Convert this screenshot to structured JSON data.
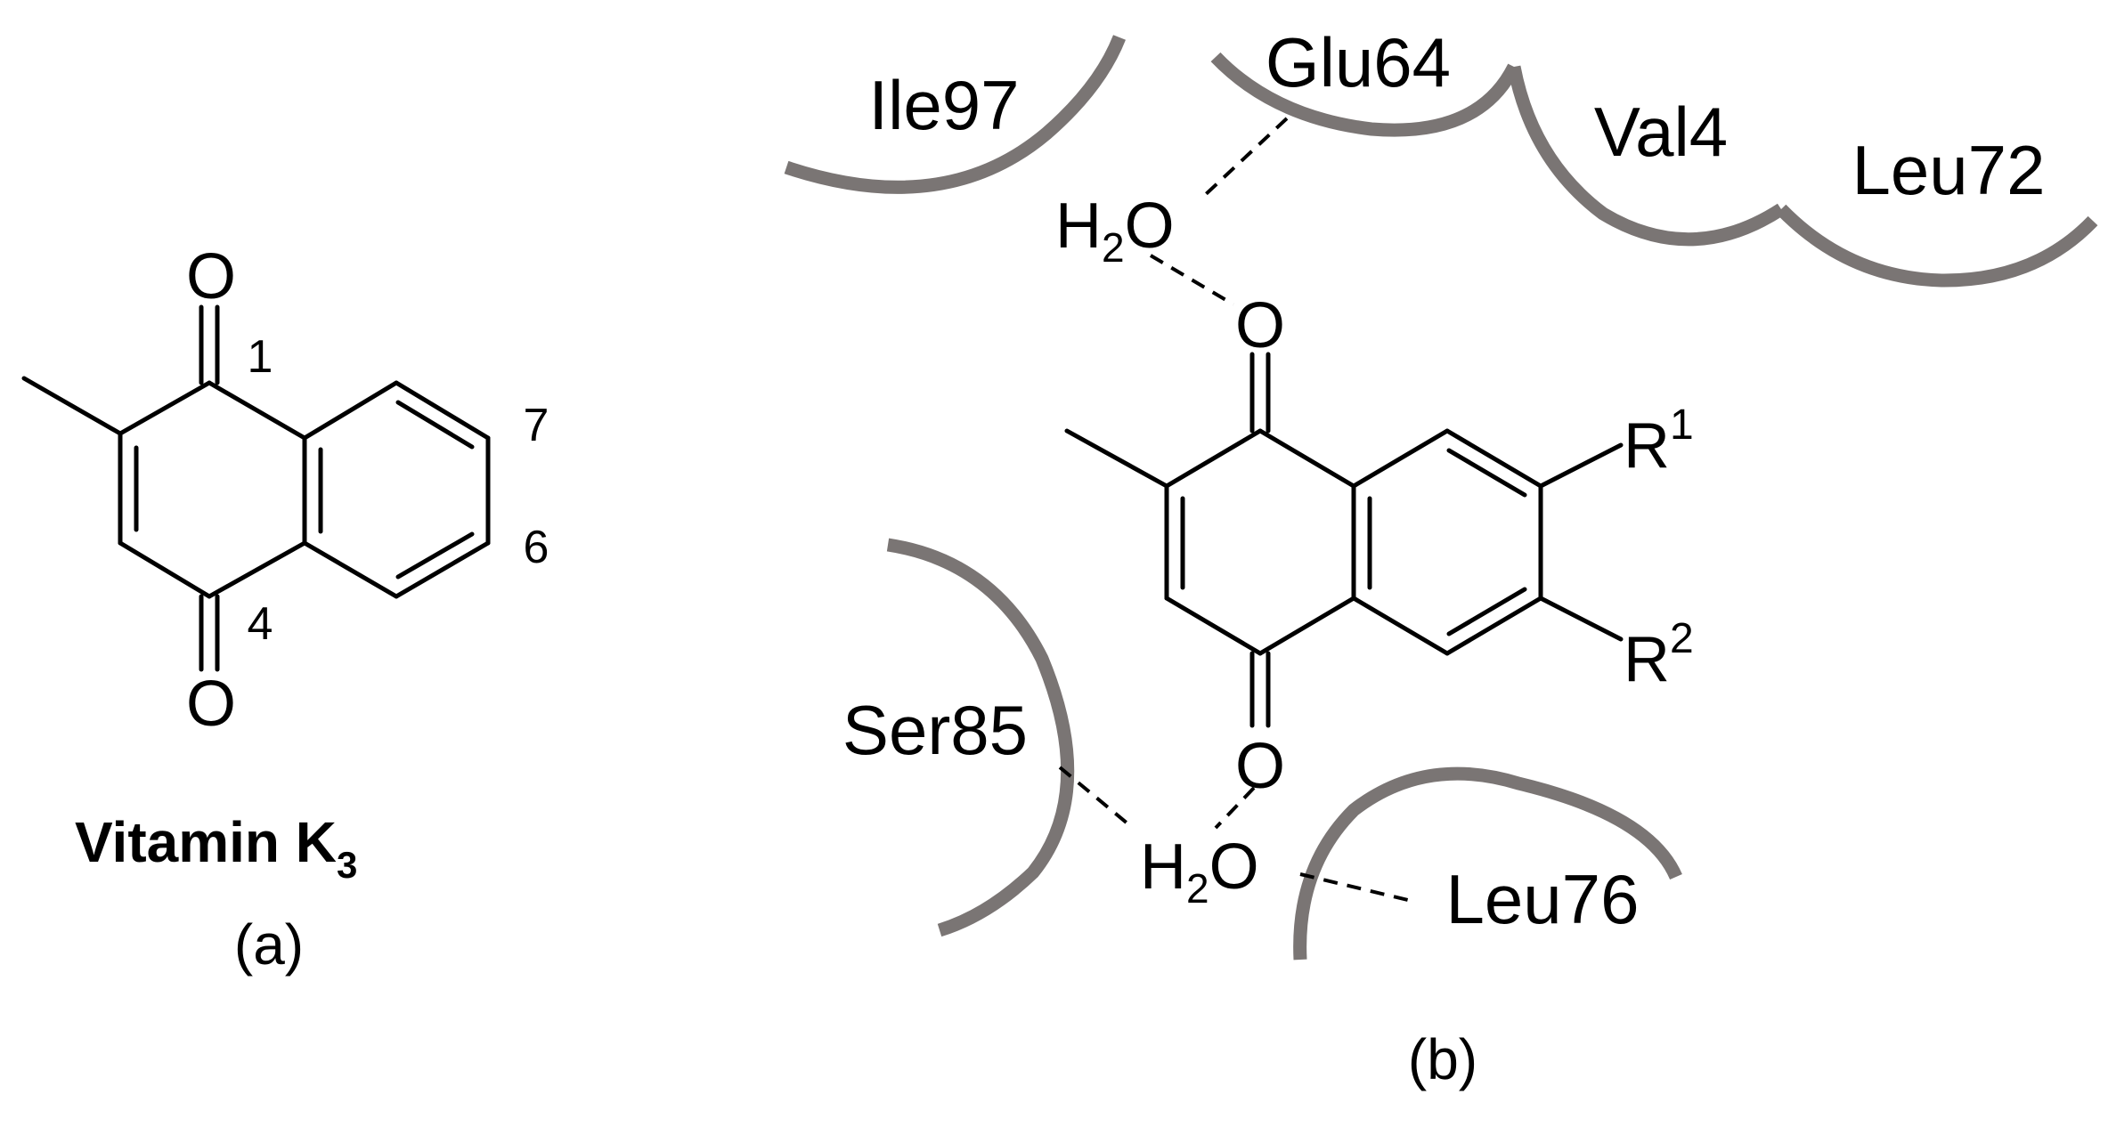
{
  "panel_a": {
    "atoms": {
      "o_top": "O",
      "o_bottom": "O"
    },
    "position_numbers": {
      "c1": "1",
      "c4": "4",
      "c6": "6",
      "c7": "7"
    },
    "compound_name": "Vitamin K",
    "compound_subscript": "3",
    "panel_label": "(a)"
  },
  "panel_b": {
    "atoms": {
      "o_top": "O",
      "o_bottom": "O",
      "water_top_h": "H",
      "water_top_sub": "2",
      "water_top_o": "O",
      "water_bottom_h": "H",
      "water_bottom_sub": "2",
      "water_bottom_o": "O",
      "r1": "R",
      "r1_sup": "1",
      "r2": "R",
      "r2_sup": "2"
    },
    "residues": [
      "Ile97",
      "Glu64",
      "Val4",
      "Leu72",
      "Ser85",
      "Leu76"
    ],
    "panel_label": "(b)"
  },
  "colors": {
    "residue_arc": "#7a7574",
    "bond": "#000000",
    "background": "#ffffff"
  }
}
